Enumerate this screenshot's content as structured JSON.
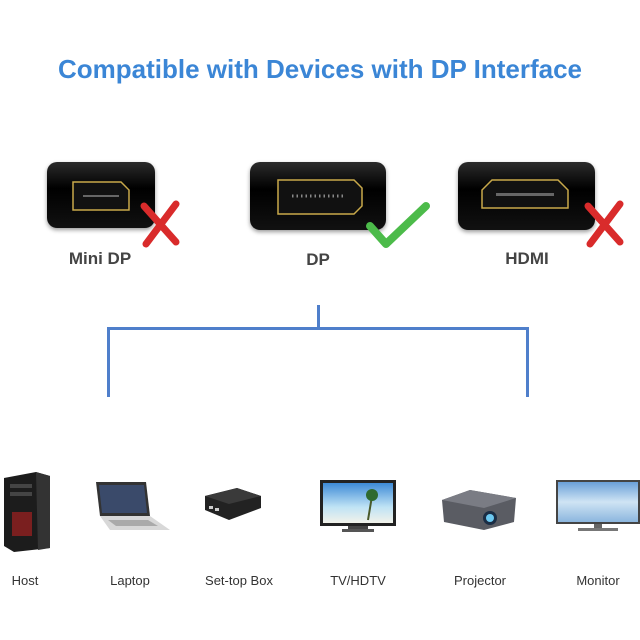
{
  "title": "Compatible with Devices with DP Interface",
  "ports": [
    {
      "label": "Mini DP",
      "compatible": false
    },
    {
      "label": "DP",
      "compatible": true
    },
    {
      "label": "HDMI",
      "compatible": false
    }
  ],
  "devices": [
    {
      "label": "Host"
    },
    {
      "label": "Laptop"
    },
    {
      "label": "Set-top Box"
    },
    {
      "label": "TV/HDTV"
    },
    {
      "label": "Projector"
    },
    {
      "label": "Monitor"
    }
  ],
  "colors": {
    "title": "#3b86d6",
    "line": "#4f7fcb",
    "check": "#4cbb4a",
    "cross": "#d92b2b",
    "gold": "#c9a94a"
  }
}
